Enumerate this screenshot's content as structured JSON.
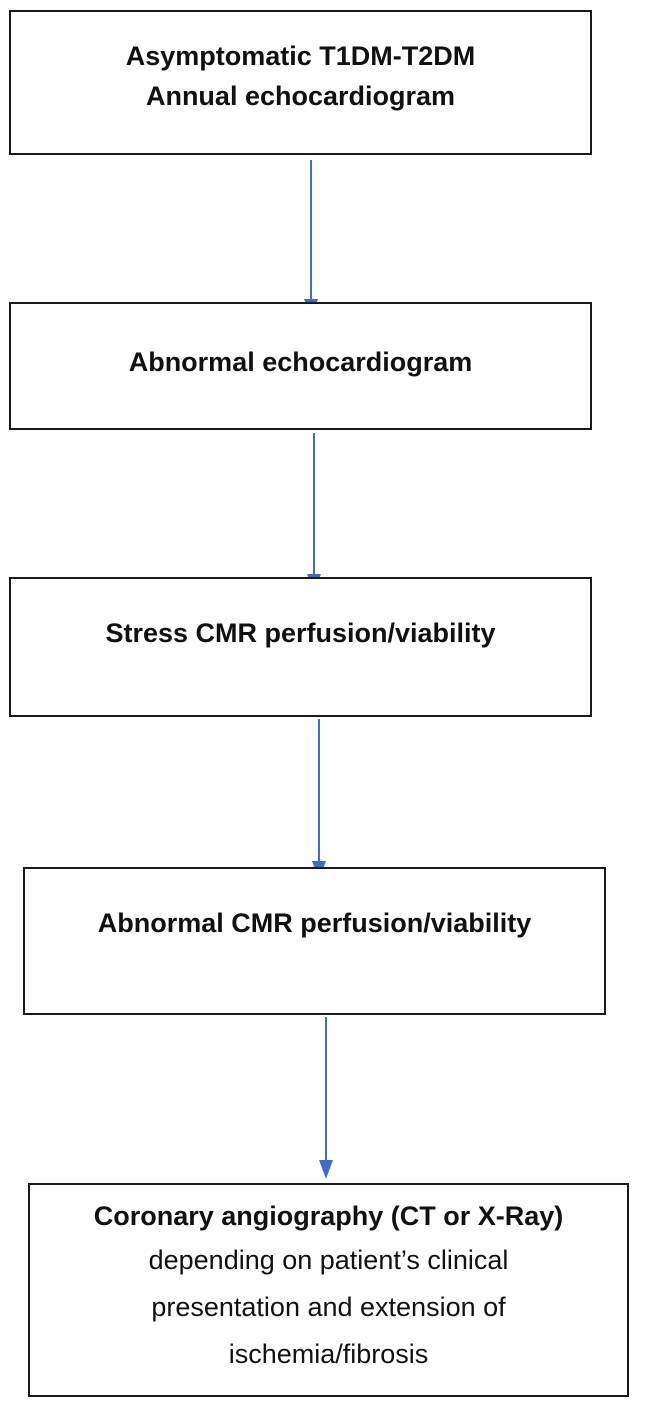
{
  "nodes": [
    {
      "lines": [
        {
          "text": "Asymptomatic T1DM-T2DM",
          "weight": "bold"
        },
        {
          "text": "Annual echocardiogram",
          "weight": "bold"
        }
      ]
    },
    {
      "lines": [
        {
          "text": "Abnormal echocardiogram",
          "weight": "bold"
        }
      ]
    },
    {
      "lines": [
        {
          "text": "Stress CMR perfusion/viability",
          "weight": "bold"
        }
      ]
    },
    {
      "lines": [
        {
          "text": "Abnormal CMR perfusion/viability",
          "weight": "bold"
        }
      ]
    },
    {
      "lines": [
        {
          "text": "Coronary angiography (CT or X-Ray)",
          "weight": "bold"
        },
        {
          "text": "depending on patient’s clinical",
          "weight": "normal"
        },
        {
          "text": "presentation and extension of",
          "weight": "normal"
        },
        {
          "text": "ischemia/fibrosis",
          "weight": "normal"
        }
      ]
    }
  ],
  "edges": [
    {
      "from": 0,
      "to": 1
    },
    {
      "from": 1,
      "to": 2
    },
    {
      "from": 2,
      "to": 3
    },
    {
      "from": 3,
      "to": 4
    }
  ],
  "colors": {
    "arrow": "#3f6fc4",
    "box_border": "#1a1a1a",
    "text": "#111111"
  }
}
